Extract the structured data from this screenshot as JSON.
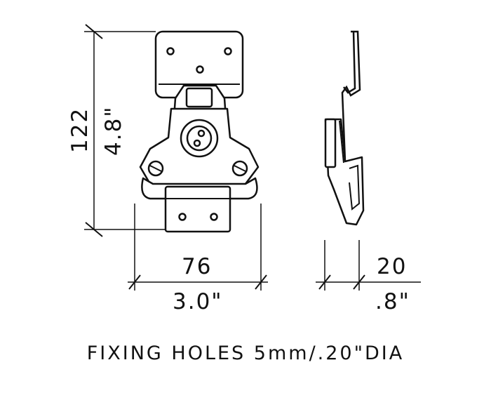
{
  "dimensions": {
    "height_mm": "122",
    "height_in": "4.8\"",
    "width_mm": "76",
    "width_in": "3.0\"",
    "depth_mm": "20",
    "depth_in": ".8\""
  },
  "note": "FIXING HOLES 5mm/.20\"DIA"
}
